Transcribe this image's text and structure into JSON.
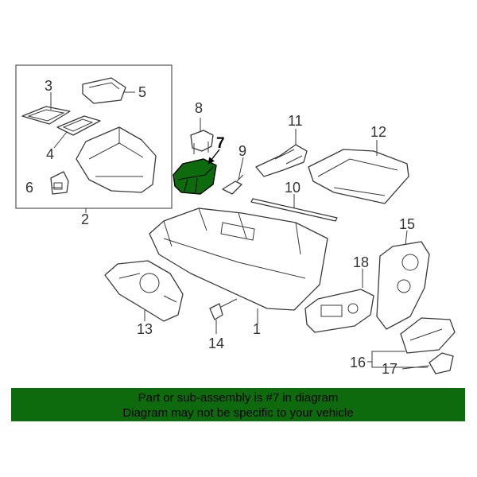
{
  "diagram": {
    "highlight_color": "#0d6b0d",
    "callouts": [
      "1",
      "2",
      "3",
      "4",
      "5",
      "6",
      "7",
      "8",
      "9",
      "10",
      "11",
      "12",
      "13",
      "14",
      "15",
      "16",
      "17",
      "18"
    ]
  },
  "banner": {
    "line1": "Part or sub-assembly is #7 in diagram",
    "line2": "Diagram may not be specific to your vehicle",
    "background": "#0d6b0d"
  }
}
